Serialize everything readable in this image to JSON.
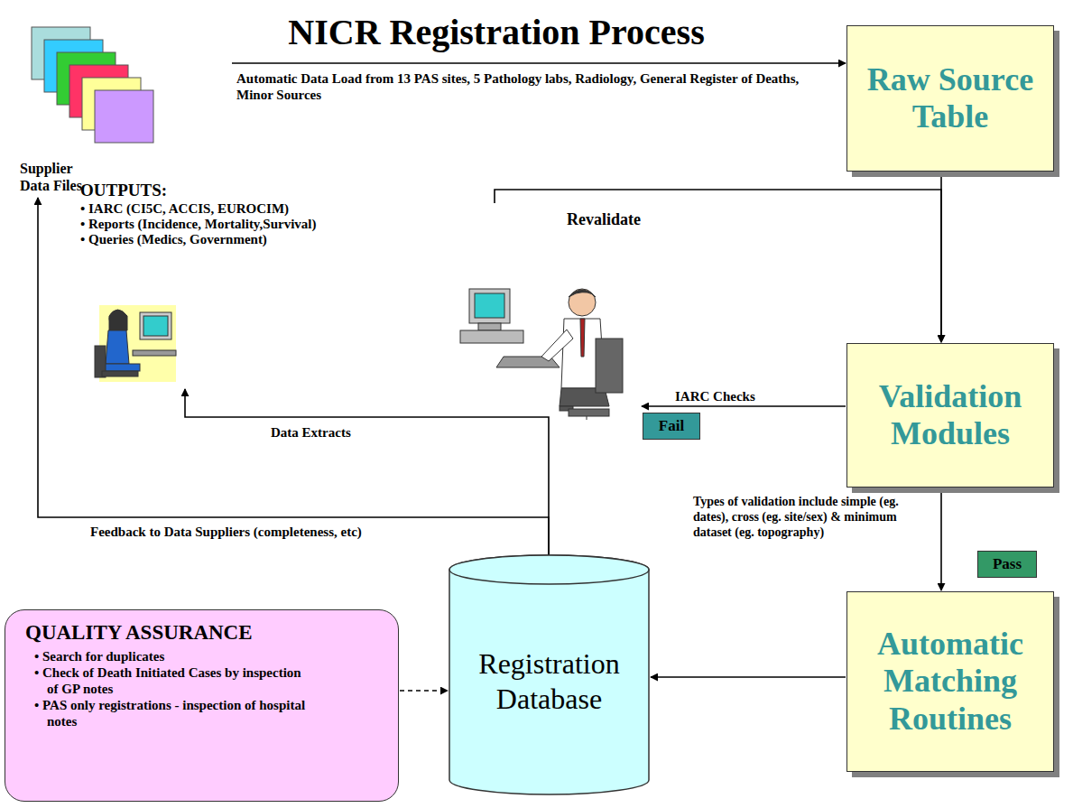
{
  "diagram": {
    "title": "NICR Registration Process",
    "nodes": [
      {
        "text": [
          "Supplier Data Files"
        ]
      },
      {
        "text": [
          "Raw Source Table"
        ]
      },
      {
        "text": [
          "OUTPUTS:",
          "• IARC (CI5C, ACCIS, EUROCIM)",
          "• Reports (Incidence, Mortality,Survival)",
          "• Queries (Medics, Government)"
        ]
      },
      {
        "text": [
          "Revalidate"
        ]
      },
      {
        "text": [
          "Validation Modules"
        ]
      },
      {
        "text": [
          "Fail"
        ]
      },
      {
        "text": [
          "Pass"
        ]
      },
      {
        "text": [
          "QUALITY ASSURANCE",
          "• Search for duplicates",
          "• Check of Death Initiated Cases by inspection of GP notes",
          "• PAS only registrations - inspection of hospital notes"
        ]
      },
      {
        "text": [
          "Registration Database"
        ]
      },
      {
        "text": [
          "Automatic Matching Routines"
        ]
      }
    ],
    "edges": [
      {
        "from": 0,
        "to": 1,
        "arrow": "to",
        "label": "Automatic Data Load from 13 PAS sites, 5 Pathology labs, Radiology, General Register of Deaths, Minor Sources"
      },
      {
        "from": 1,
        "to": 4,
        "arrow": "to"
      },
      {
        "from": 4,
        "to": 3,
        "arrow": "to",
        "label": "IARC Checks"
      },
      {
        "from": 3,
        "to": 4,
        "arrow": "to"
      },
      {
        "from": 4,
        "to": 9,
        "arrow": "to"
      },
      {
        "from": 9,
        "to": 8,
        "arrow": "to"
      },
      {
        "from": 7,
        "to": 8,
        "arrow": "to"
      },
      {
        "from": 8,
        "to": 2,
        "arrow": "to",
        "label": "Data Extracts"
      },
      {
        "from": 8,
        "to": 0,
        "arrow": "to",
        "label": "Feedback to Data Suppliers (completeness, etc)"
      }
    ],
    "labels": [
      "Types of validation include simple (eg. dates), cross (eg. site/sex) & minimum dataset (eg. topography)"
    ]
  }
}
